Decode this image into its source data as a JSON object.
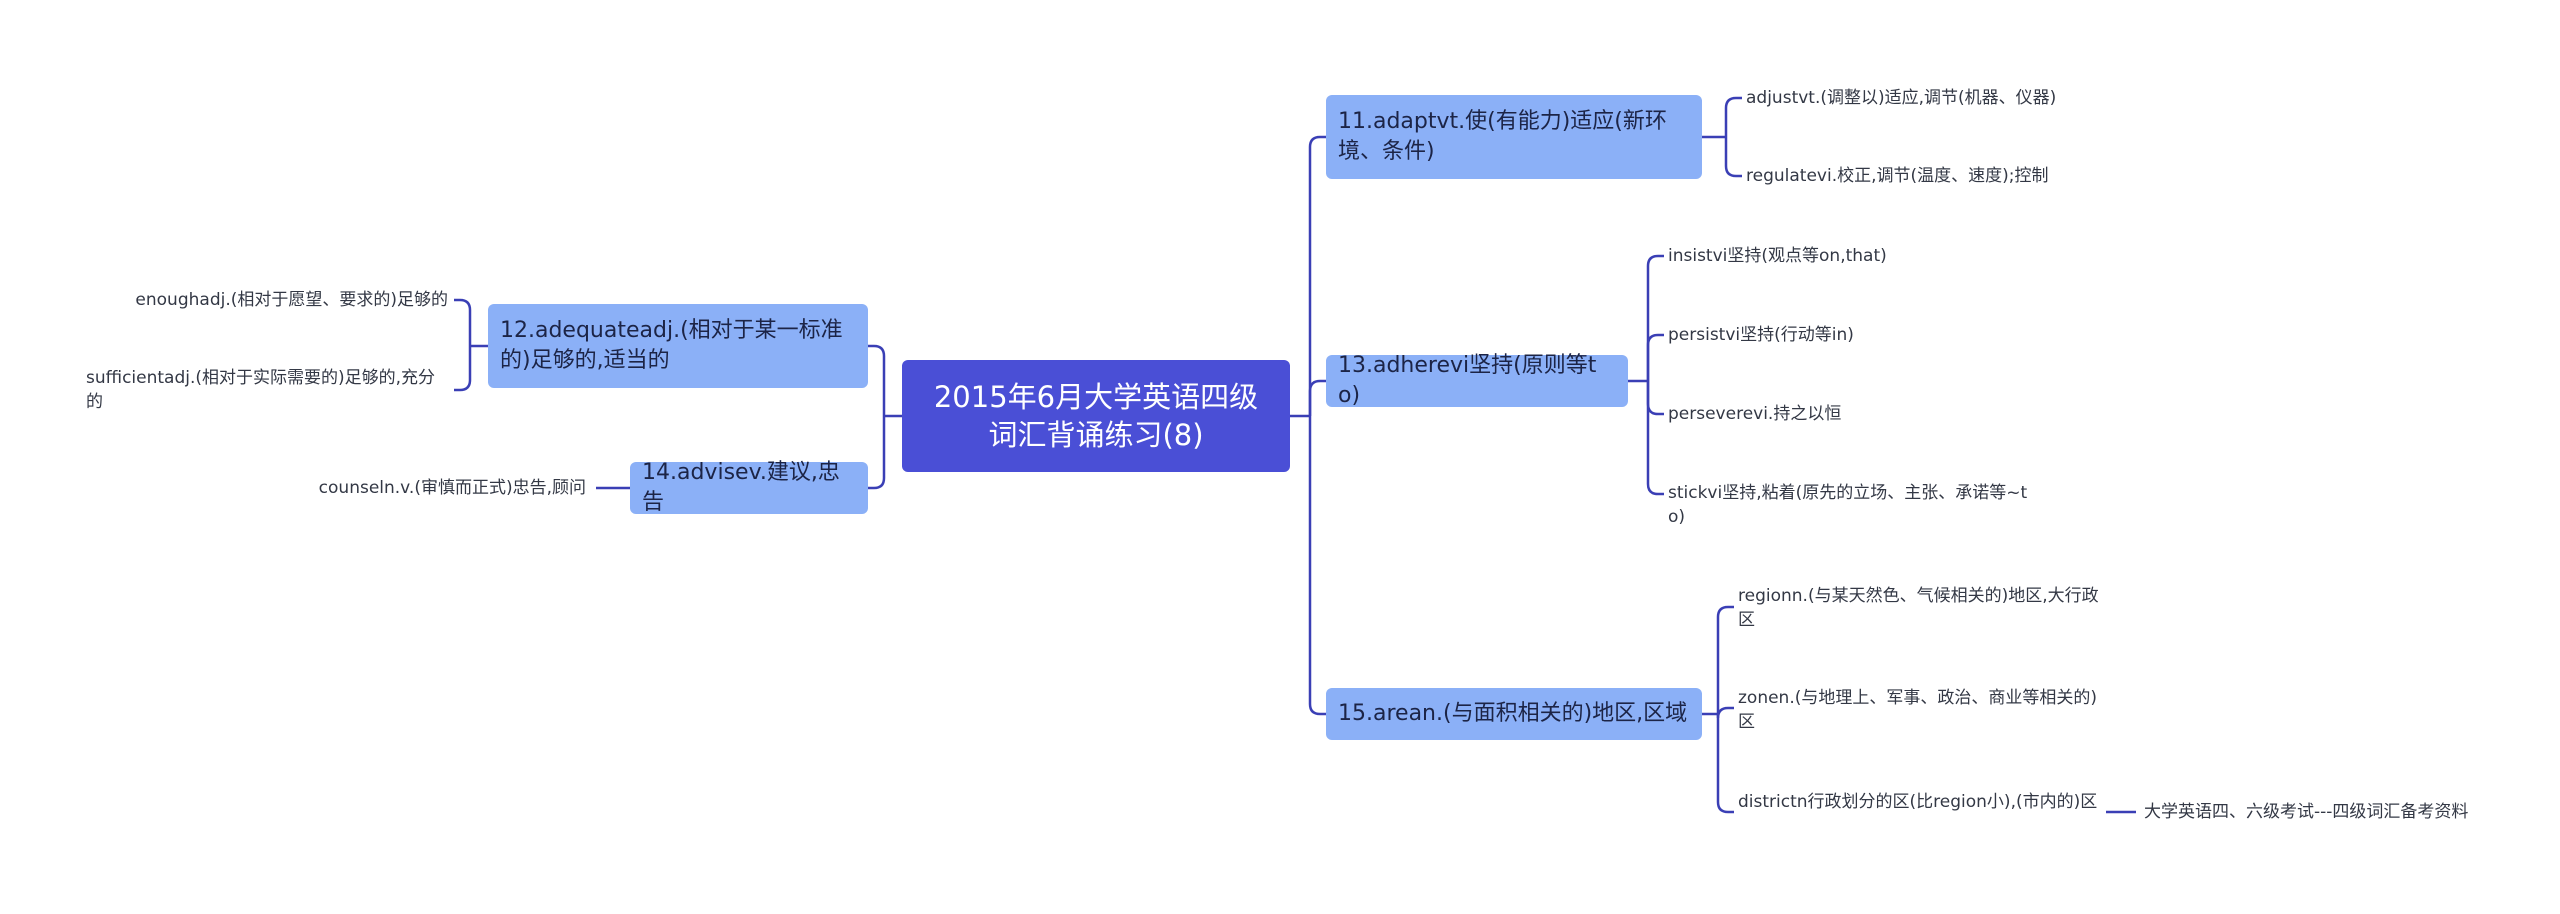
{
  "mindmap": {
    "root": {
      "label": "2015年6月大学英语四级词汇背诵练习(8)"
    },
    "branches": [
      {
        "label": "11.adaptvt.使(有能力)适应(新环境、条件)",
        "children": [
          {
            "label": "adjustvt.(调整以)适应,调节(机器、仪器)"
          },
          {
            "label": "regulatevi.校正,调节(温度、速度);控制"
          }
        ]
      },
      {
        "label": "13.adherevi坚持(原则等to)",
        "children": [
          {
            "label": "insistvi坚持(观点等on,that)"
          },
          {
            "label": "persistvi坚持(行动等in)"
          },
          {
            "label": "perseverevi.持之以恒"
          },
          {
            "label": "stickvi坚持,粘着(原先的立场、主张、承诺等~to)"
          }
        ]
      },
      {
        "label": "15.arean.(与面积相关的)地区,区域",
        "children": [
          {
            "label": "regionn.(与某天然色、气候相关的)地区,大行政区"
          },
          {
            "label": "zonen.(与地理上、军事、政治、商业等相关的)区"
          },
          {
            "label": "districtn行政划分的区(比region小),(市内的)区",
            "children": [
              {
                "label": "大学英语四、六级考试---四级词汇备考资料"
              }
            ]
          }
        ]
      },
      {
        "label": "12.adequateadj.(相对于某一标准的)足够的,适当的",
        "children": [
          {
            "label": "enoughadj.(相对于愿望、要求的)足够的"
          },
          {
            "label": "sufficientadj.(相对于实际需要的)足够的,充分的"
          }
        ]
      },
      {
        "label": "14.advisev.建议,忠告",
        "children": [
          {
            "label": "counseln.v.(审慎而正式)忠告,顾问"
          }
        ]
      }
    ]
  },
  "colors": {
    "root_fill": "#4a4fd6",
    "branch_fill": "#8bb0f7",
    "connector": "#3a3fb5",
    "leaf_text": "#333845"
  }
}
